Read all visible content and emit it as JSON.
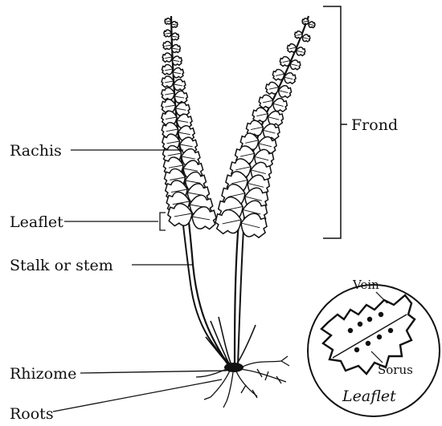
{
  "labels": {
    "rachis": "Rachis",
    "leaflet": "Leaflet",
    "stalk": "Stalk or stem",
    "rhizome": "Rhizome",
    "roots": "Roots",
    "frond": "Frond"
  },
  "inset": {
    "vein": "Vein",
    "sorus": "Sorus",
    "title": "Leaflet"
  },
  "colors": {
    "ink": "#111111",
    "background": "#ffffff"
  }
}
